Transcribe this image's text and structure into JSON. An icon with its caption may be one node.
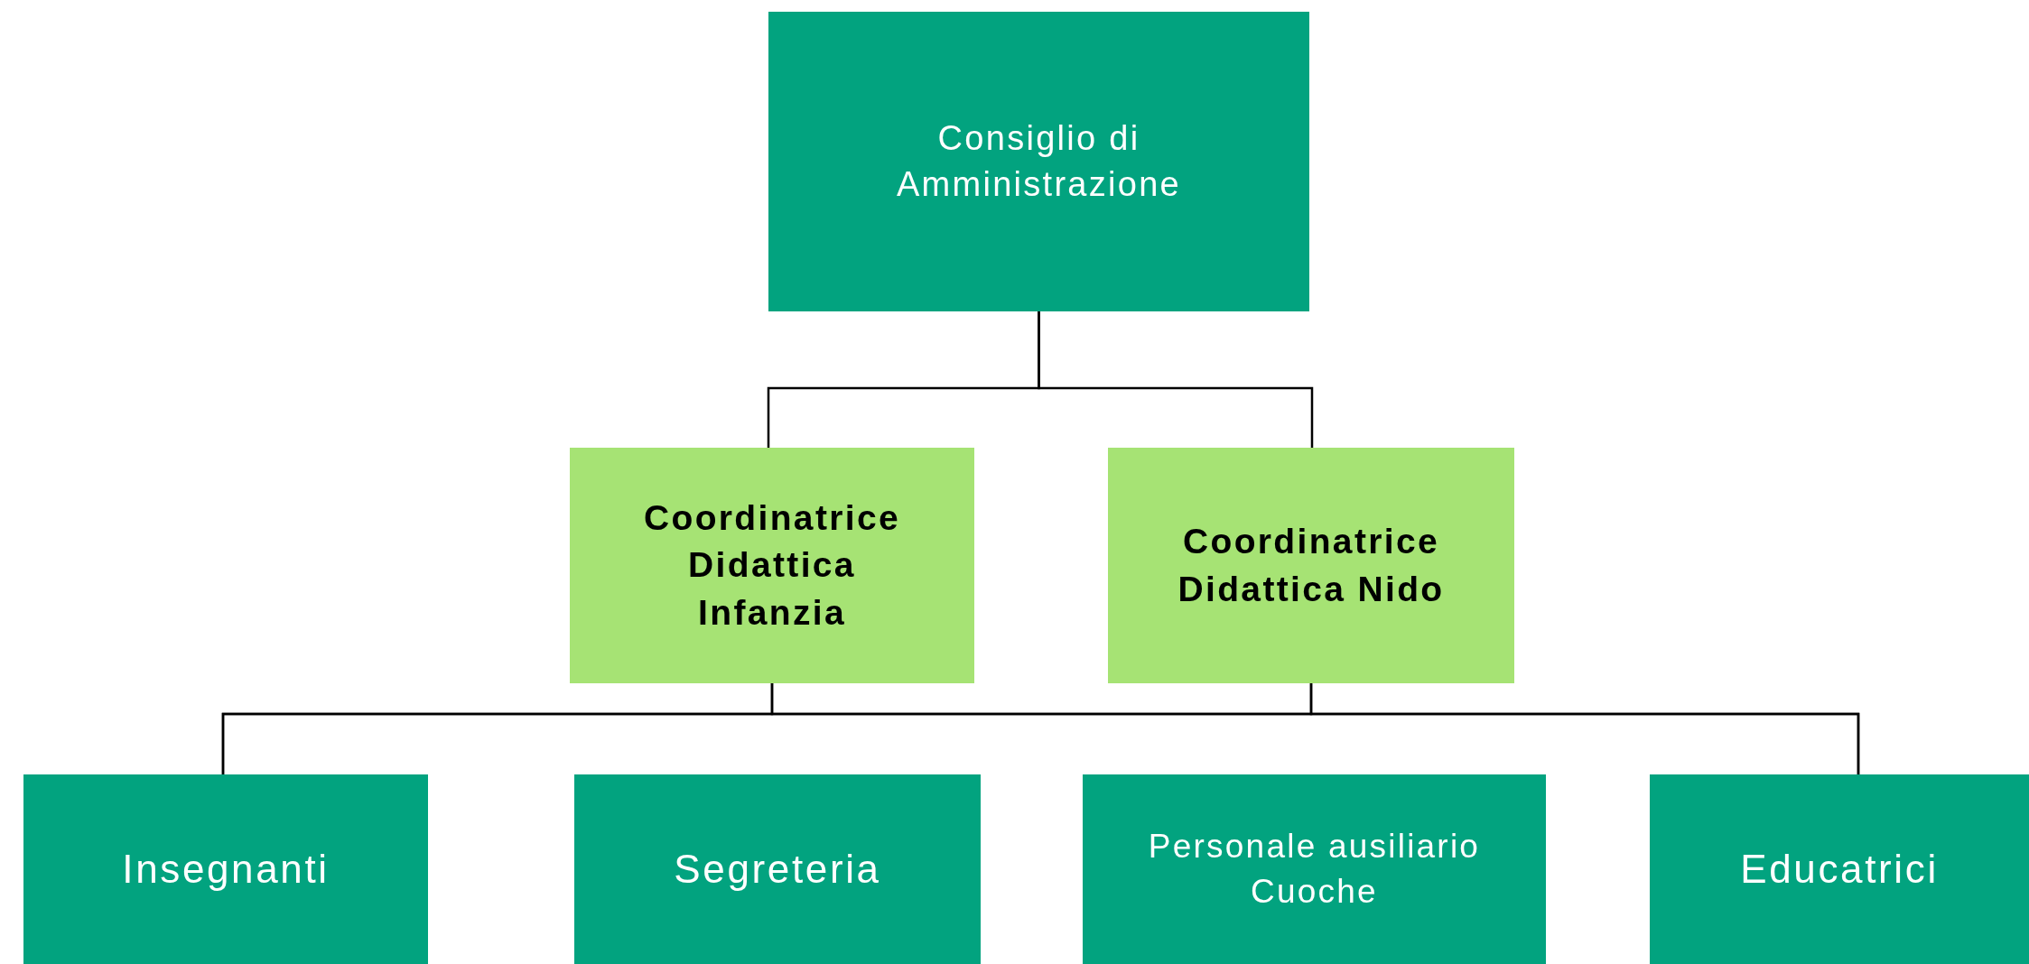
{
  "diagram": {
    "nodes": [
      {
        "text": [
          "Consiglio di Amministrazione"
        ]
      },
      {
        "text": [
          "Coordinatrice Didattica Infanzia"
        ]
      },
      {
        "text": [
          "Coordinatrice Didattica Nido"
        ]
      },
      {
        "text": [
          "Insegnanti"
        ]
      },
      {
        "text": [
          "Segreteria"
        ]
      },
      {
        "text": [
          "Personale ausiliario Cuoche"
        ]
      },
      {
        "text": [
          "Educatrici"
        ]
      }
    ],
    "edges": [
      {
        "from": 0,
        "to": 1,
        "arrow": "none"
      },
      {
        "from": 0,
        "to": 2,
        "arrow": "none"
      },
      {
        "from": 1,
        "to": 3,
        "arrow": "none"
      },
      {
        "from": 1,
        "to": 6,
        "arrow": "none"
      },
      {
        "from": 2,
        "to": 3,
        "arrow": "none"
      },
      {
        "from": 2,
        "to": 6,
        "arrow": "none"
      }
    ]
  }
}
